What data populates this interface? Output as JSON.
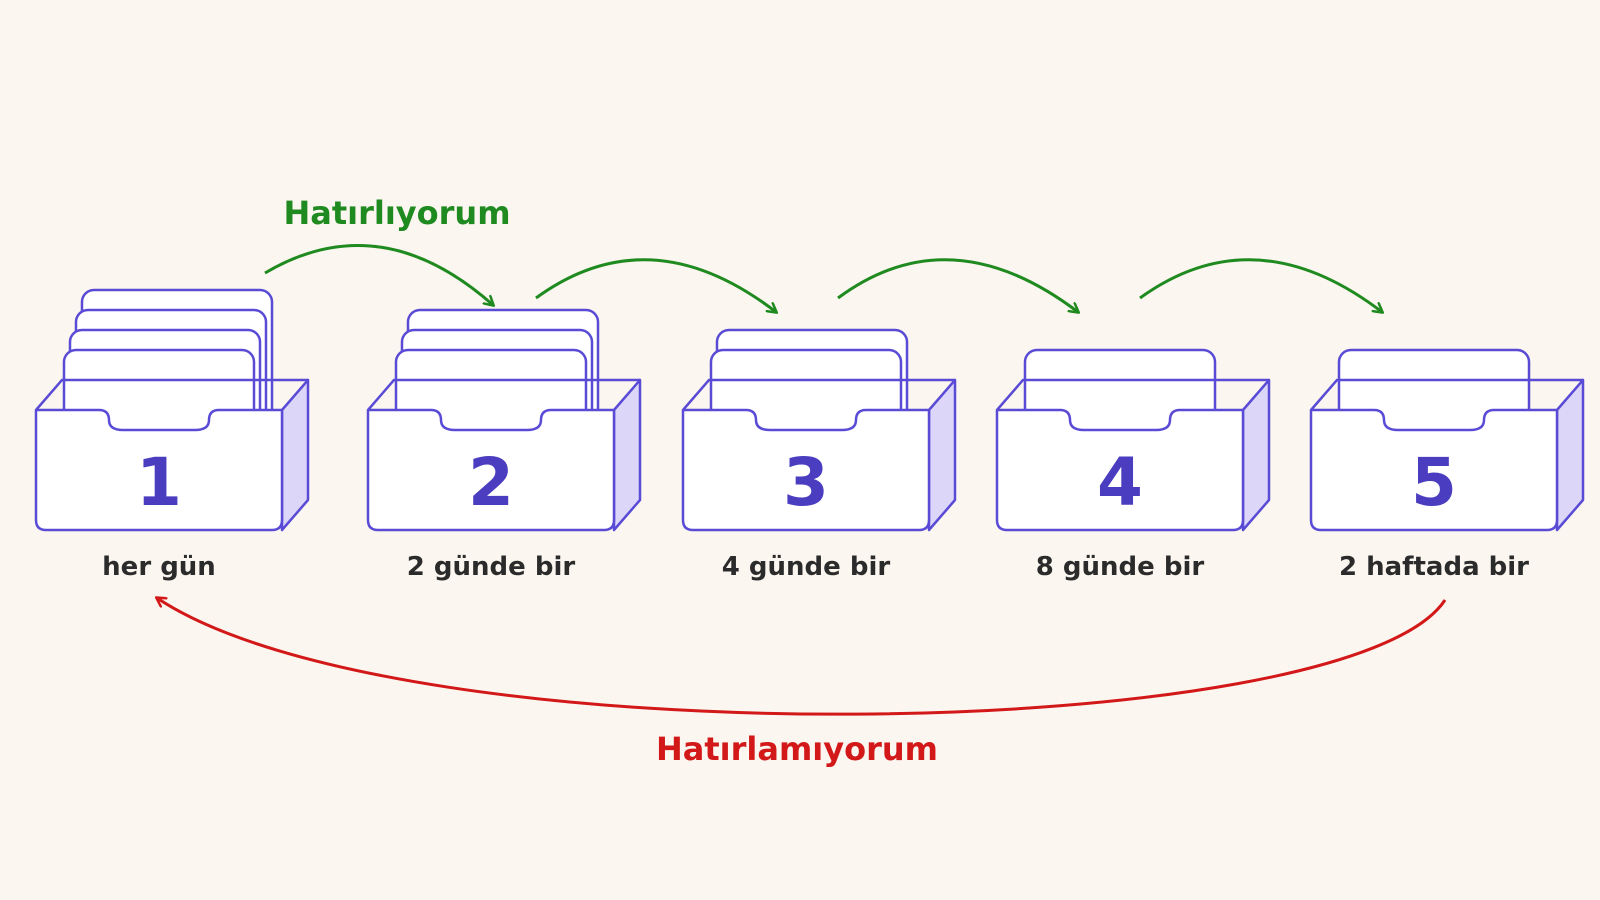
{
  "colors": {
    "background": "#fbf6ef",
    "box_stroke": "#5a4bd6",
    "box_fill": "#ffffff",
    "box_side_fill": "#dcd7f8",
    "box_number": "#4a3dc0",
    "label_text": "#2b2b2b",
    "success": "#1f8a1f",
    "failure": "#d21818"
  },
  "success_label": "Hatırlıyorum",
  "failure_label": "Hatırlamıyorum",
  "boxes": [
    {
      "number": "1",
      "interval": "her gün",
      "card_count": 4
    },
    {
      "number": "2",
      "interval": "2 günde bir",
      "card_count": 3
    },
    {
      "number": "3",
      "interval": "4 günde bir",
      "card_count": 2
    },
    {
      "number": "4",
      "interval": "8 günde bir",
      "card_count": 1
    },
    {
      "number": "5",
      "interval": "2 haftada bir",
      "card_count": 1
    }
  ]
}
